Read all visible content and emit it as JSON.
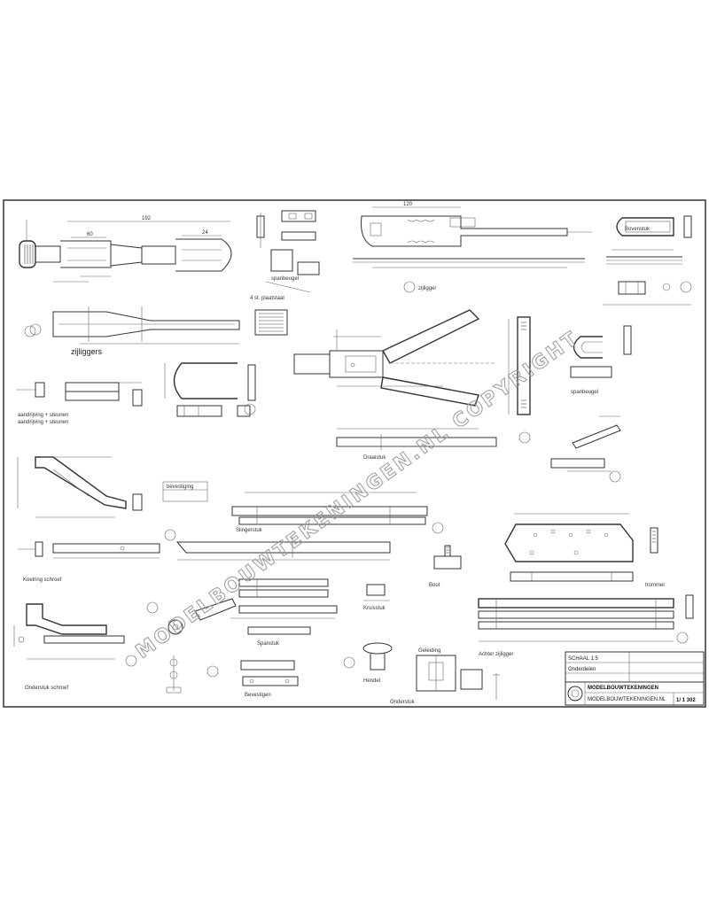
{
  "watermark": "MODELBOUWTEKENINGEN.NL COPYRIGHT",
  "labels": {
    "bovenstuk": "Bovenstuk",
    "zijligger": "zijliggers",
    "schroef": "Schroef",
    "aandrijving": "aandrijving",
    "steunen": "steunen",
    "trommel": "trommel",
    "bout": "Bout",
    "onderstuk": "Onderstuk"
  },
  "title_block": {
    "line1": "SCHAAL 1:5",
    "line2": "Onderdelen",
    "line3": "MODELBOUWTEKENINGEN",
    "line4": "MODELBOUWTEKENINGEN.NL",
    "sheet": "1/ 1 302"
  },
  "icons": {
    "logo": "round-logo-icon"
  }
}
